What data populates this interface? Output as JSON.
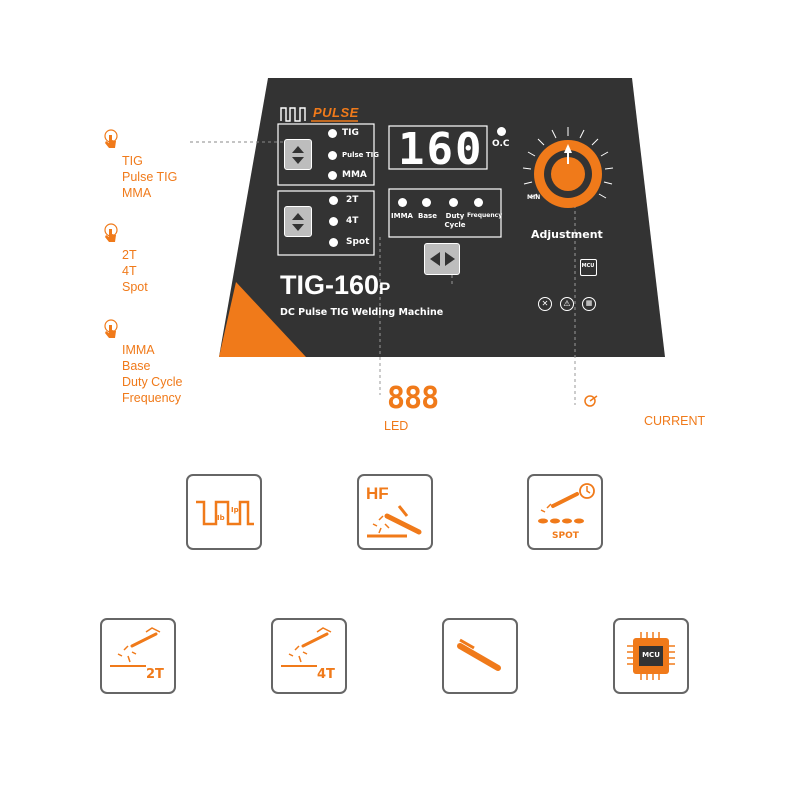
{
  "panel": {
    "pulse_label": "PULSE",
    "modes": [
      "TIG",
      "Pulse TIG",
      "MMA"
    ],
    "triggers": [
      "2T",
      "4T",
      "Spot"
    ],
    "display_value": "160",
    "oc_label": "O.C",
    "params": [
      "IMMA",
      "Base",
      "Duty Cycle",
      "Frequency"
    ],
    "knob_min": "MIN",
    "adjustment_label": "Adjustment",
    "mcu_label": "MCU",
    "model": "TIG-160",
    "model_suffix": "P",
    "subtitle": "DC Pulse TIG Welding Machine"
  },
  "callouts": {
    "modes": [
      "TIG",
      "Pulse TIG",
      "MMA"
    ],
    "triggers": [
      "2T",
      "4T",
      "Spot"
    ],
    "params": [
      "IMMA",
      "Base",
      "Duty Cycle",
      "Frequency"
    ],
    "led_digits": "888",
    "led_label": "LED",
    "current_label": "CURRENT"
  },
  "features": {
    "pulse": {
      "ib": "Ib",
      "ip": "Ip"
    },
    "hf": "HF",
    "spot": "SPOT",
    "t2": "2T",
    "t4": "4T",
    "mcu": "MCU"
  },
  "colors": {
    "accent": "#f07a1a",
    "panel": "#333333",
    "border": "#666666"
  }
}
